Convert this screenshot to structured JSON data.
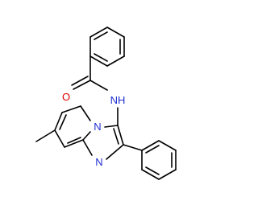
{
  "molecule": {
    "atoms": [
      {
        "id": "O1",
        "label": "O",
        "color": "#e00000"
      },
      {
        "id": "N_amide",
        "label": "NH",
        "color": "#2030d0"
      },
      {
        "id": "N_bridge",
        "label": "N",
        "color": "#2030d0"
      },
      {
        "id": "N_ring",
        "label": "N",
        "color": "#2030d0"
      }
    ],
    "bond_color": "#000000",
    "background": "#ffffff"
  }
}
